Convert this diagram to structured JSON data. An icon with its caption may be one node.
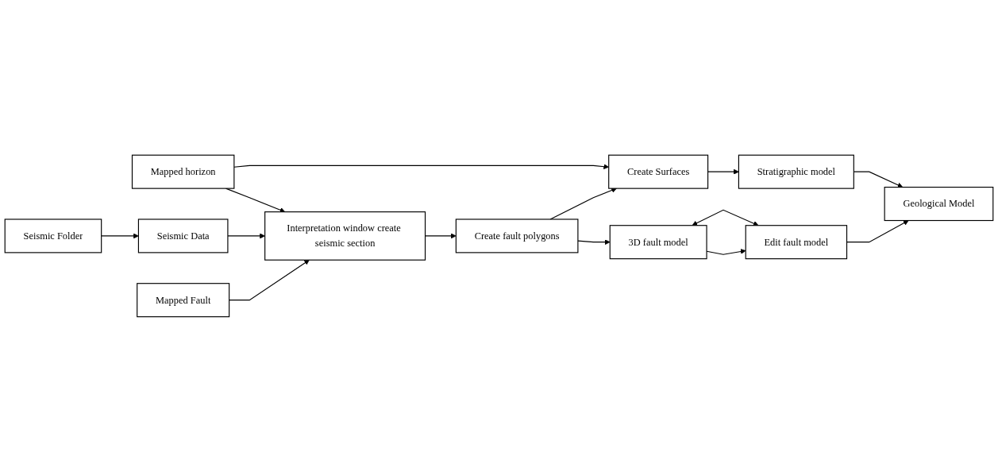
{
  "diagram": {
    "nodes": [
      {
        "text": [
          "3D fault model"
        ]
      },
      {
        "text": [
          "Edit fault model"
        ]
      },
      {
        "text": [
          "Geological Model"
        ]
      },
      {
        "text": [
          "Mapped horizon"
        ]
      },
      {
        "text": [
          "Seismic Data"
        ]
      },
      {
        "text": [
          "Interpretation window create seismic section"
        ]
      },
      {
        "text": [
          "Create fault polygons"
        ]
      },
      {
        "text": [
          "Create Surfaces"
        ]
      },
      {
        "text": [
          "Stratigraphic model"
        ]
      },
      {
        "text": [
          "Seismic Folder"
        ]
      },
      {
        "text": [
          "Mapped Fault"
        ]
      }
    ],
    "edges": [
      {
        "from": 0,
        "to": 1,
        "arrow": "to"
      },
      {
        "from": 0,
        "to": 1,
        "arrow": "both"
      },
      {
        "from": 1,
        "to": 2,
        "arrow": "to"
      },
      {
        "from": 9,
        "to": 4,
        "arrow": "to"
      },
      {
        "from": 4,
        "to": 5,
        "arrow": "to"
      },
      {
        "from": 3,
        "to": 5,
        "arrow": "to"
      },
      {
        "from": 10,
        "to": 5,
        "arrow": "to"
      },
      {
        "from": 5,
        "to": 6,
        "arrow": "to"
      },
      {
        "from": 6,
        "to": 0,
        "arrow": "to"
      },
      {
        "from": 3,
        "to": 7,
        "arrow": "to"
      },
      {
        "from": 6,
        "to": 7,
        "arrow": "to"
      },
      {
        "from": 7,
        "to": 8,
        "arrow": "to"
      },
      {
        "from": 8,
        "to": 2,
        "arrow": "to"
      }
    ]
  }
}
